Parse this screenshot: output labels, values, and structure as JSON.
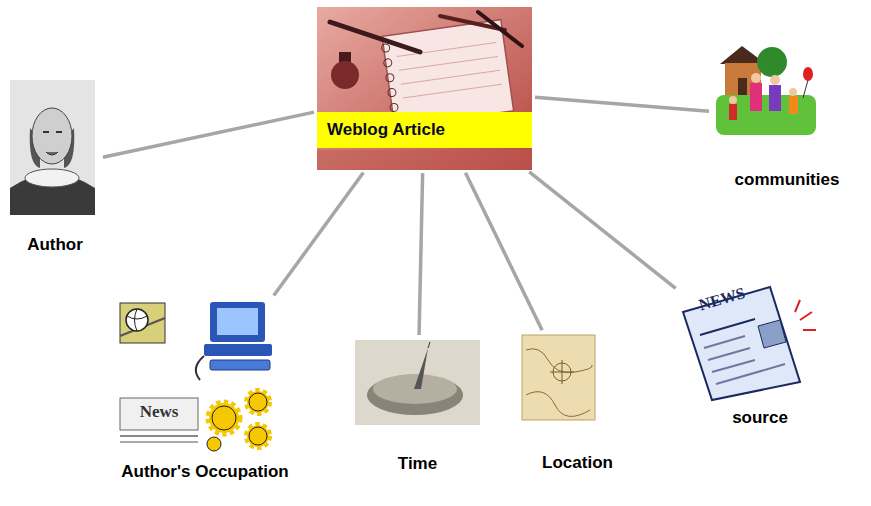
{
  "diagram": {
    "nodes": [
      {
        "text": [
          "Weblog Article"
        ]
      },
      {
        "text": [
          "Author"
        ]
      },
      {
        "text": [
          "communities"
        ]
      },
      {
        "text": [
          "Author's Occupation"
        ]
      },
      {
        "text": [
          "Time"
        ]
      },
      {
        "text": [
          "Location"
        ]
      },
      {
        "text": [
          "source"
        ]
      }
    ],
    "edges": [
      {
        "from": 0,
        "to": 1,
        "arrow": "none"
      },
      {
        "from": 0,
        "to": 2,
        "arrow": "none"
      },
      {
        "from": 0,
        "to": 3,
        "arrow": "none"
      },
      {
        "from": 0,
        "to": 4,
        "arrow": "none"
      },
      {
        "from": 0,
        "to": 5,
        "arrow": "none"
      },
      {
        "from": 0,
        "to": 6,
        "arrow": "none"
      }
    ],
    "labels": [
      "News",
      "NEWS"
    ]
  }
}
